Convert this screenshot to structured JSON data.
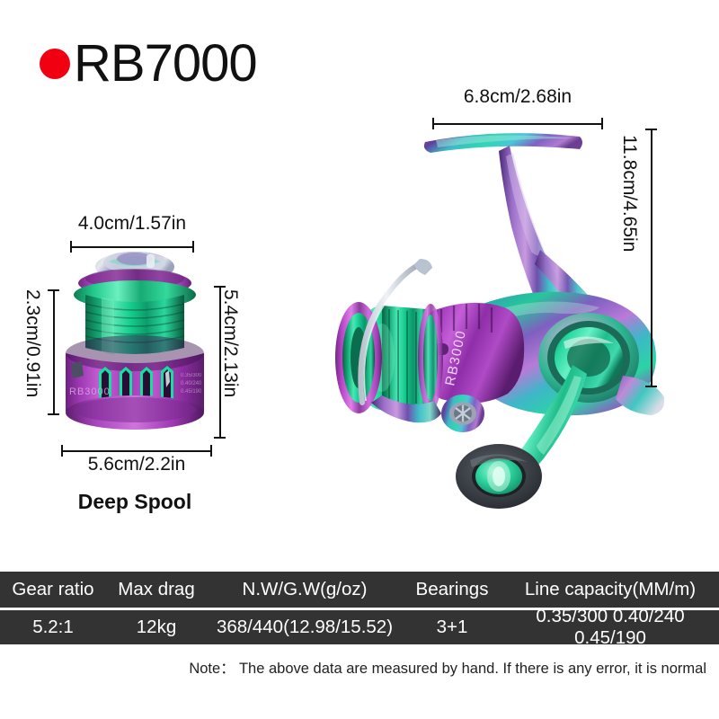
{
  "title": {
    "bullet_color": "#f00010",
    "text": "RB7000"
  },
  "spool": {
    "caption": "Deep Spool",
    "body_label": "RB3000",
    "dimensions": {
      "top_width": "4.0cm/1.57in",
      "inner_height": "2.3cm/0.91in",
      "total_height": "5.4cm/2.13in",
      "base_width": "5.6cm/2.2in"
    }
  },
  "reel": {
    "body_label": "RB3000",
    "dimensions": {
      "width": "6.8cm/2.68in",
      "height": "11.8cm/4.65in"
    }
  },
  "spec_table": {
    "headers": [
      "Gear ratio",
      "Max drag",
      "N.W/G.W(g/oz)",
      "Bearings",
      "Line capacity(MM/m)"
    ],
    "values": [
      "5.2:1",
      "12kg",
      "368/440(12.98/15.52)",
      "3+1",
      "0.35/300 0.40/240 0.45/190"
    ],
    "background": "#333333",
    "text_color": "#ffffff"
  },
  "note": "Note： The above data are measured by hand. If there is any error, it is normal"
}
